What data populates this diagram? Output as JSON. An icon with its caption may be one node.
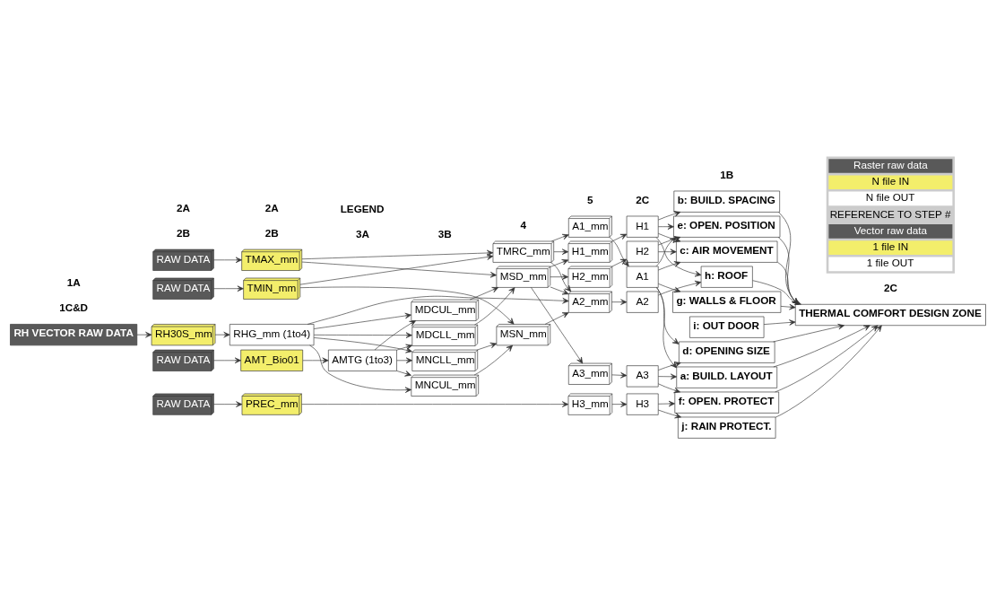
{
  "diagram": {
    "nodes": [
      {
        "text": [
          "RH VECTOR RAW DATA"
        ]
      },
      {
        "text": [
          "RH30S_mm"
        ]
      },
      {
        "text": [
          "RHG_mm (1to4)"
        ]
      },
      {
        "text": [
          "MDCUL_mm"
        ]
      },
      {
        "text": [
          "MDCLL_mm"
        ]
      },
      {
        "text": [
          "MSD_mm"
        ]
      },
      {
        "text": [
          "RAW DATA"
        ]
      },
      {
        "text": [
          "TMAX_mm"
        ]
      },
      {
        "text": [
          "RAW DATA"
        ]
      },
      {
        "text": [
          "TMIN_mm"
        ]
      },
      {
        "text": [
          "TMRC_mm"
        ]
      },
      {
        "text": [
          "MNCUL_mm"
        ]
      },
      {
        "text": [
          "MNCLL_mm"
        ]
      },
      {
        "text": [
          "MSN_mm"
        ]
      },
      {
        "text": [
          "AMTG (1to3)"
        ]
      },
      {
        "text": [
          "AMT_Bio01"
        ]
      },
      {
        "text": [
          "PREC_mm"
        ]
      },
      {
        "text": [
          "RAW DATA"
        ]
      },
      {
        "text": [
          "RAW DATA"
        ]
      },
      {
        "text": [
          "H2_mm"
        ]
      },
      {
        "text": [
          "H1_mm"
        ]
      },
      {
        "text": [
          "A1_mm"
        ]
      },
      {
        "text": [
          "A2_mm"
        ]
      },
      {
        "text": [
          "A3_mm"
        ]
      },
      {
        "text": [
          "H3_mm"
        ]
      },
      {
        "text": [
          "H2"
        ]
      },
      {
        "text": [
          "H1"
        ]
      },
      {
        "text": [
          "A1"
        ]
      },
      {
        "text": [
          "A2"
        ]
      },
      {
        "text": [
          "A3"
        ]
      },
      {
        "text": [
          "H3"
        ]
      },
      {
        "text": [
          "c: AIR MOVEMENT"
        ]
      },
      {
        "text": [
          "e: OPEN. POSITION"
        ]
      },
      {
        "text": [
          "b: BUILD. SPACING"
        ]
      },
      {
        "text": [
          "h: ROOF"
        ]
      },
      {
        "text": [
          "g: WALLS & FLOOR"
        ]
      },
      {
        "text": [
          "i: OUT DOOR"
        ]
      },
      {
        "text": [
          "a: BUILD. LAYOUT"
        ]
      },
      {
        "text": [
          "d: OPENING SIZE"
        ]
      },
      {
        "text": [
          "f: OPEN. PROTECT"
        ]
      },
      {
        "text": [
          "j: RAIN PROTECT."
        ]
      },
      {
        "text": [
          "THERMAL COMFORT DESIGN ZONE"
        ]
      }
    ],
    "edges": [
      {
        "from": 0,
        "to": 1,
        "arrow": "to"
      },
      {
        "from": 1,
        "to": 2,
        "arrow": "to"
      },
      {
        "from": 2,
        "to": 3,
        "arrow": "to"
      },
      {
        "from": 2,
        "to": 4,
        "arrow": "to"
      },
      {
        "from": 2,
        "to": 11,
        "arrow": "to"
      },
      {
        "from": 2,
        "to": 12,
        "arrow": "to"
      },
      {
        "from": 14,
        "to": 3,
        "arrow": "to"
      },
      {
        "from": 14,
        "to": 4,
        "arrow": "to"
      },
      {
        "from": 14,
        "to": 11,
        "arrow": "to"
      },
      {
        "from": 14,
        "to": 12,
        "arrow": "to"
      },
      {
        "from": 3,
        "to": 5,
        "arrow": "to"
      },
      {
        "from": 4,
        "to": 5,
        "arrow": "to"
      },
      {
        "from": 7,
        "to": 5,
        "arrow": "to"
      },
      {
        "from": 6,
        "to": 7,
        "arrow": "to"
      },
      {
        "from": 8,
        "to": 9,
        "arrow": "to"
      },
      {
        "from": 7,
        "to": 10,
        "arrow": "to"
      },
      {
        "from": 9,
        "to": 10,
        "arrow": "to"
      },
      {
        "from": 9,
        "to": 13,
        "arrow": "to"
      },
      {
        "from": 11,
        "to": 13,
        "arrow": "to"
      },
      {
        "from": 12,
        "to": 13,
        "arrow": "to"
      },
      {
        "from": 15,
        "to": 14,
        "arrow": "to"
      },
      {
        "from": 17,
        "to": 15,
        "arrow": "to"
      },
      {
        "from": 18,
        "to": 16,
        "arrow": "to"
      },
      {
        "from": 16,
        "to": 24,
        "arrow": "to"
      },
      {
        "from": 2,
        "to": 22,
        "arrow": "to"
      },
      {
        "from": 5,
        "to": 19,
        "arrow": "to"
      },
      {
        "from": 5,
        "to": 20,
        "arrow": "to"
      },
      {
        "from": 5,
        "to": 22,
        "arrow": "to"
      },
      {
        "from": 5,
        "to": 23,
        "arrow": "to"
      },
      {
        "from": 10,
        "to": 20,
        "arrow": "to"
      },
      {
        "from": 10,
        "to": 21,
        "arrow": "to"
      },
      {
        "from": 10,
        "to": 22,
        "arrow": "to"
      },
      {
        "from": 13,
        "to": 22,
        "arrow": "to"
      },
      {
        "from": 19,
        "to": 25,
        "arrow": "to"
      },
      {
        "from": 20,
        "to": 26,
        "arrow": "to"
      },
      {
        "from": 21,
        "to": 27,
        "arrow": "to"
      },
      {
        "from": 22,
        "to": 28,
        "arrow": "to"
      },
      {
        "from": 23,
        "to": 29,
        "arrow": "to"
      },
      {
        "from": 24,
        "to": 30,
        "arrow": "to"
      },
      {
        "from": 25,
        "to": 31,
        "arrow": "to"
      },
      {
        "from": 25,
        "to": 32,
        "arrow": "to"
      },
      {
        "from": 26,
        "to": 31,
        "arrow": "to"
      },
      {
        "from": 26,
        "to": 32,
        "arrow": "to"
      },
      {
        "from": 26,
        "to": 33,
        "arrow": "to"
      },
      {
        "from": 26,
        "to": 34,
        "arrow": "to"
      },
      {
        "from": 27,
        "to": 31,
        "arrow": "to"
      },
      {
        "from": 27,
        "to": 32,
        "arrow": "to"
      },
      {
        "from": 27,
        "to": 35,
        "arrow": "to"
      },
      {
        "from": 27,
        "to": 37,
        "arrow": "to"
      },
      {
        "from": 27,
        "to": 38,
        "arrow": "to"
      },
      {
        "from": 28,
        "to": 34,
        "arrow": "to"
      },
      {
        "from": 29,
        "to": 37,
        "arrow": "to"
      },
      {
        "from": 29,
        "to": 38,
        "arrow": "to"
      },
      {
        "from": 29,
        "to": 39,
        "arrow": "to"
      },
      {
        "from": 30,
        "to": 39,
        "arrow": "to"
      },
      {
        "from": 30,
        "to": 40,
        "arrow": "to"
      },
      {
        "from": 31,
        "to": 41,
        "arrow": "to"
      },
      {
        "from": 32,
        "to": 41,
        "arrow": "to"
      },
      {
        "from": 33,
        "to": 41,
        "arrow": "to"
      },
      {
        "from": 34,
        "to": 41,
        "arrow": "to"
      },
      {
        "from": 35,
        "to": 41,
        "arrow": "to"
      },
      {
        "from": 36,
        "to": 41,
        "arrow": "to"
      },
      {
        "from": 37,
        "to": 41,
        "arrow": "to"
      },
      {
        "from": 38,
        "to": 41,
        "arrow": "to"
      },
      {
        "from": 39,
        "to": 41,
        "arrow": "to"
      },
      {
        "from": 40,
        "to": 41,
        "arrow": "to"
      }
    ],
    "labels": [
      "1C&D",
      "2B",
      "2B",
      "3A",
      "3B",
      "4",
      "5",
      "2C",
      "1B",
      "2C",
      "1A",
      "2A",
      "2A",
      "LEGEND"
    ],
    "legend": [
      {
        "text": "Raster raw data",
        "color": "#595959"
      },
      {
        "text": "N file IN",
        "color": "#f3ee6b"
      },
      {
        "text": "N file OUT",
        "color": "#ffffff"
      },
      {
        "text": "REFERENCE TO STEP #"
      },
      {
        "text": "Vector raw data",
        "color": "#595959"
      },
      {
        "text": "1 file IN",
        "color": "#f3ee6b"
      },
      {
        "text": "1 file OUT",
        "color": "#ffffff"
      }
    ]
  }
}
